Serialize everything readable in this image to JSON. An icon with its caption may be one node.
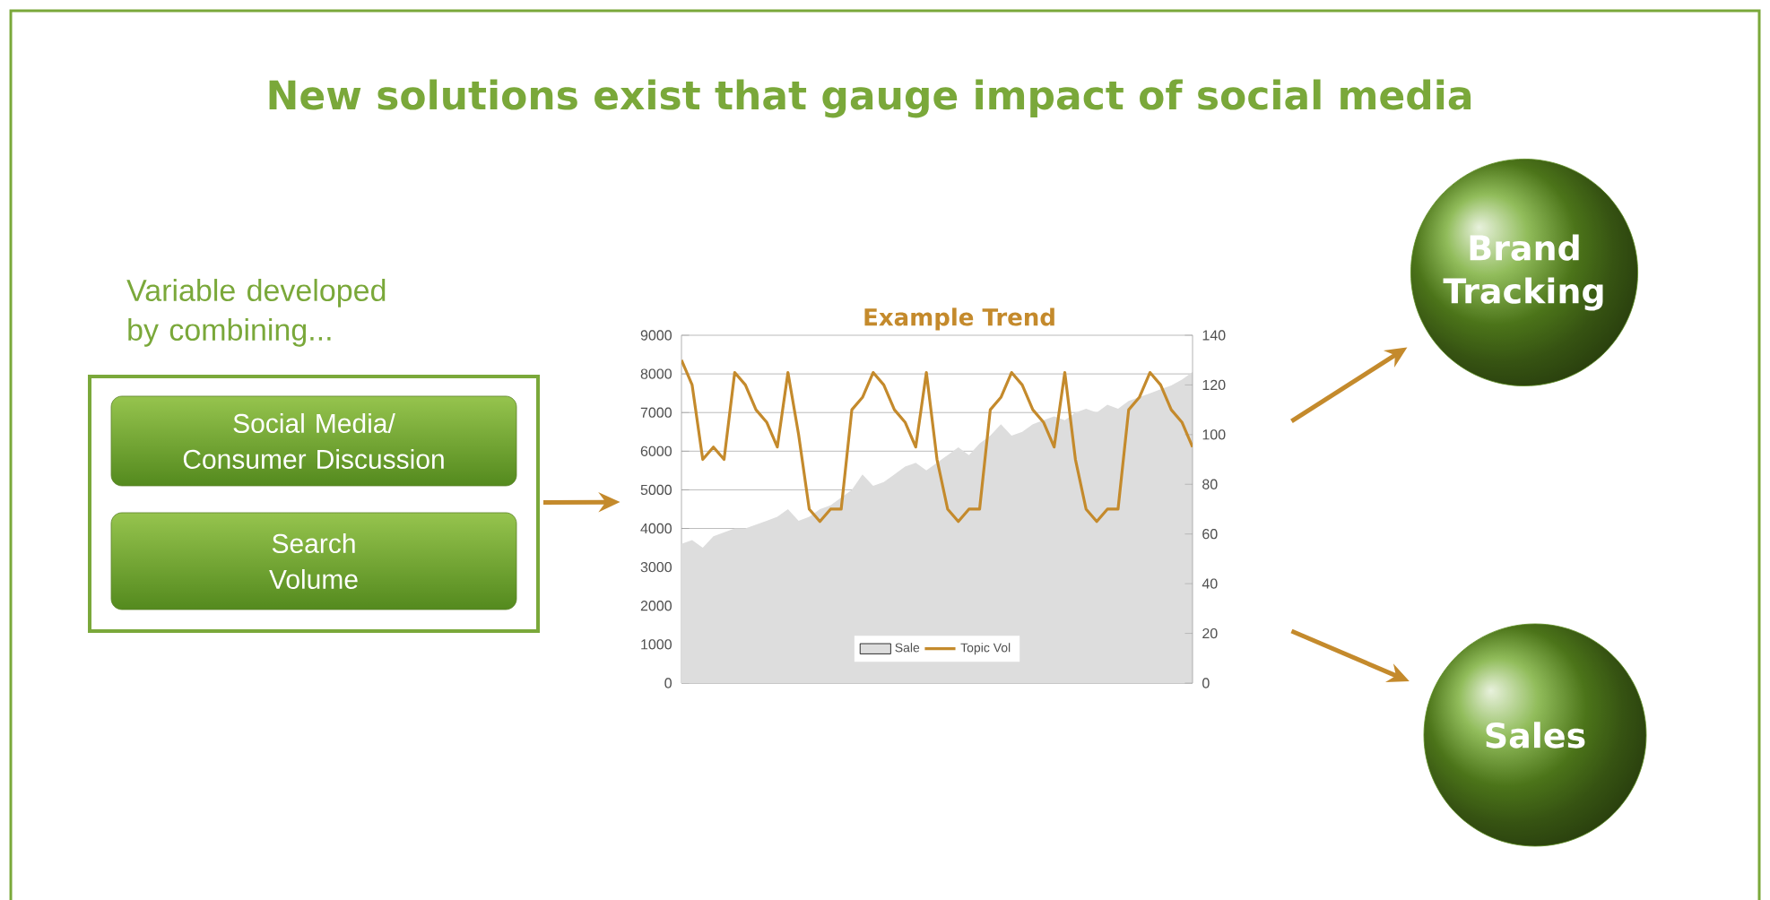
{
  "diagram": {
    "title": "New solutions exist that gauge impact of social media",
    "nodes": [
      {
        "text": [
          "Variable developed by combining..."
        ]
      },
      {
        "text": [
          "Social Media/ Consumer Discussion"
        ],
        "in": 0
      },
      {
        "text": [
          "Search Volume"
        ],
        "in": 0
      },
      {
        "text": [],
        "shape": "chart"
      },
      {
        "text": [
          "Brand Tracking"
        ]
      },
      {
        "text": [
          "Sales"
        ]
      }
    ],
    "edges": [
      {
        "from": 0,
        "to": 3,
        "arrow": "to"
      },
      {
        "from": 3,
        "to": 4,
        "arrow": "to"
      },
      {
        "from": 3,
        "to": 5,
        "arrow": "to"
      }
    ],
    "chart_data": {
      "type": "area",
      "title": "Example Trend",
      "categories": [
        null,
        null,
        null,
        null,
        null,
        null,
        null,
        null,
        null,
        null,
        null,
        null,
        null,
        null,
        null,
        null,
        null,
        null,
        null,
        null,
        null,
        null,
        null,
        null,
        null,
        null,
        null,
        null,
        null,
        null,
        null,
        null,
        null,
        null,
        null,
        null,
        null,
        null,
        null,
        null,
        null,
        null,
        null,
        null,
        null,
        null,
        null,
        null,
        null
      ],
      "series": [
        {
          "name": "Sale",
          "type": "area",
          "color": "#dddddd",
          "values": [
            3600,
            3700,
            3500,
            3800,
            3900,
            4000,
            4000,
            4100,
            4200,
            4300,
            4500,
            4200,
            4300,
            4500,
            4600,
            4800,
            5000,
            5400,
            5100,
            5200,
            5400,
            5600,
            5700,
            5500,
            5700,
            5900,
            6100,
            5900,
            6200,
            6400,
            6700,
            6400,
            6500,
            6700,
            6800,
            6900,
            6800,
            7000,
            7100,
            7000,
            7200,
            7100,
            7300,
            7400,
            7500,
            7600,
            7700,
            7850,
            8050
          ]
        },
        {
          "name": "Topic Vol",
          "type": "line",
          "axis": "y2",
          "color": "#c48a2c",
          "values": [
            130,
            120,
            90,
            95,
            90,
            125,
            120,
            110,
            105,
            95,
            125,
            100,
            70,
            65,
            70,
            70,
            110,
            115,
            125,
            120,
            110,
            105,
            95,
            125,
            90,
            70,
            65,
            70,
            70,
            110,
            115,
            125,
            120,
            110,
            105,
            95,
            125,
            90,
            70,
            65,
            70,
            70,
            110,
            115,
            125,
            120,
            110,
            105,
            95
          ]
        }
      ],
      "grid": true,
      "ylim": [
        0,
        9000
      ],
      "yticks": [
        0,
        1000,
        2000,
        3000,
        4000,
        5000,
        6000,
        7000,
        8000,
        9000
      ],
      "y2lim": [
        0,
        140
      ],
      "y2ticks": [
        0,
        20,
        40,
        60,
        80,
        100,
        120,
        140
      ]
    }
  }
}
